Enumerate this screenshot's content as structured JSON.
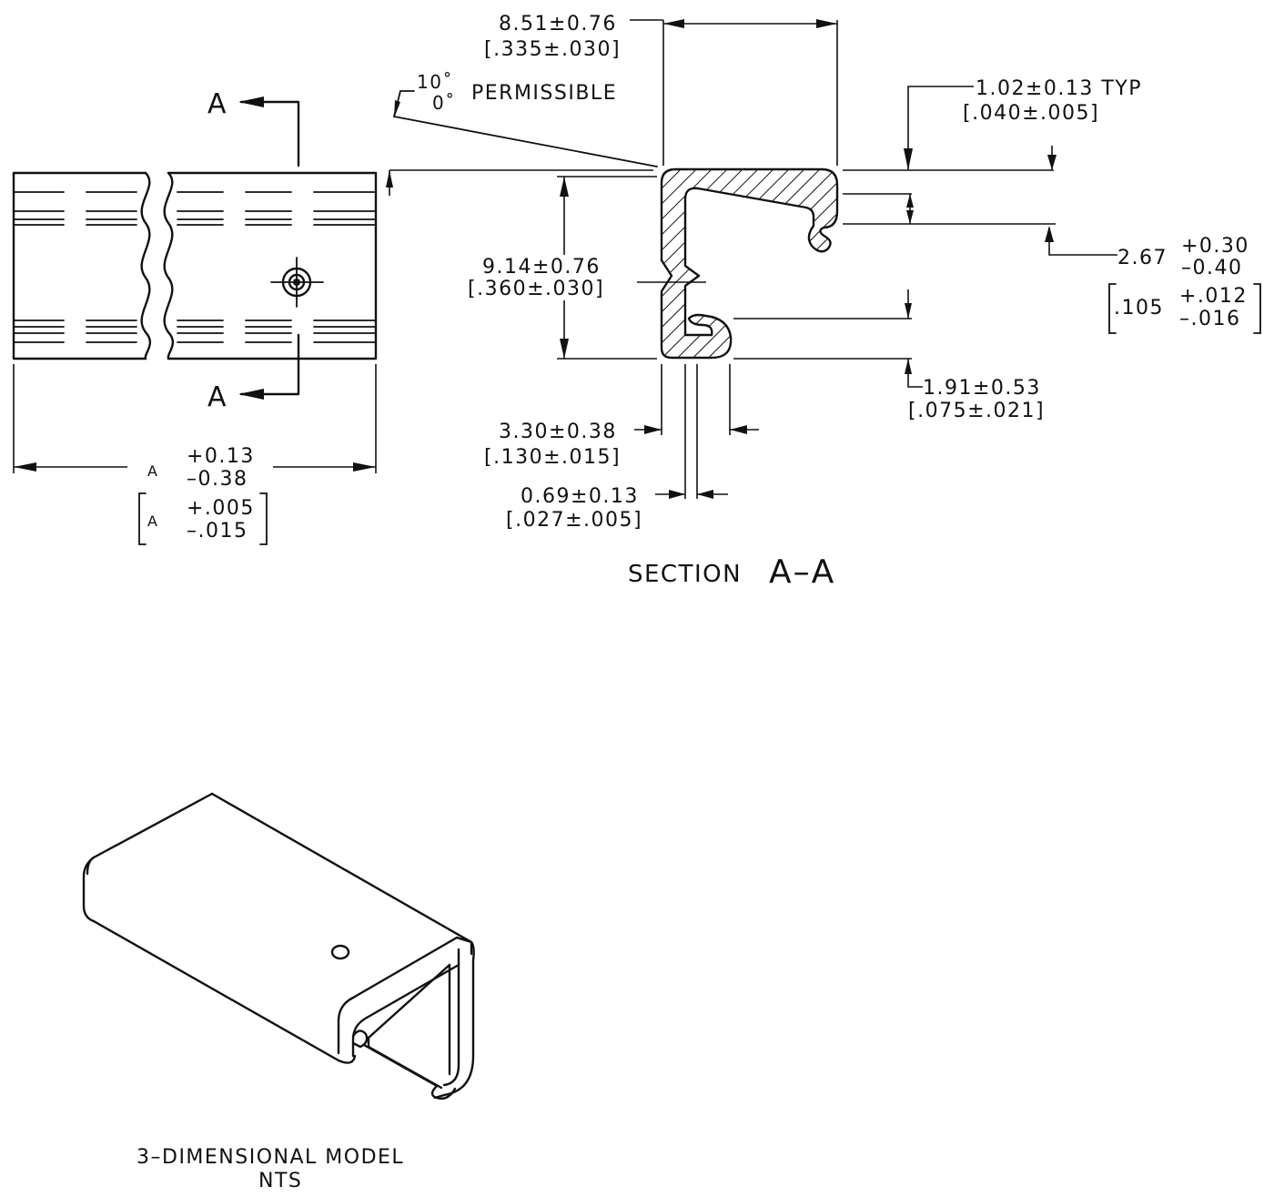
{
  "section_label": {
    "word": "SECTION",
    "letters": "A–A"
  },
  "cut_marks": {
    "top": "A",
    "bottom": "A"
  },
  "angle_note": {
    "upper": "10˚",
    "lower": "0˚",
    "text": "PERMISSIBLE"
  },
  "dims": {
    "width": {
      "mm": "8.51±0.76",
      "inch": "[.335±.030]"
    },
    "thickness_typ": {
      "mm": "1.02±0.13  TYP",
      "inch": "[.040±.005]"
    },
    "height": {
      "mm": "9.14±0.76",
      "inch": "[.360±.030]"
    },
    "lip_gap": {
      "nominal_mm": "2.67",
      "plus_mm": "+0.30",
      "minus_mm": "–0.40",
      "nominal_in": ".105",
      "plus_in": "+.012",
      "minus_in": "–.016"
    },
    "foot_height": {
      "mm": "1.91±0.53",
      "inch": "[.075±.021]"
    },
    "foot_width": {
      "mm": "3.30±0.38",
      "inch": "[.130±.015]"
    },
    "material": {
      "mm": "0.69±0.13",
      "inch": "[.027±.005]"
    },
    "length": {
      "label": "A",
      "plus_mm": "+0.13",
      "minus_mm": "–0.38",
      "label_in": "A",
      "plus_in": "+.005",
      "minus_in": "–.015"
    }
  },
  "model_caption": {
    "line1": "3–DIMENSIONAL  MODEL",
    "line2": "NTS"
  }
}
